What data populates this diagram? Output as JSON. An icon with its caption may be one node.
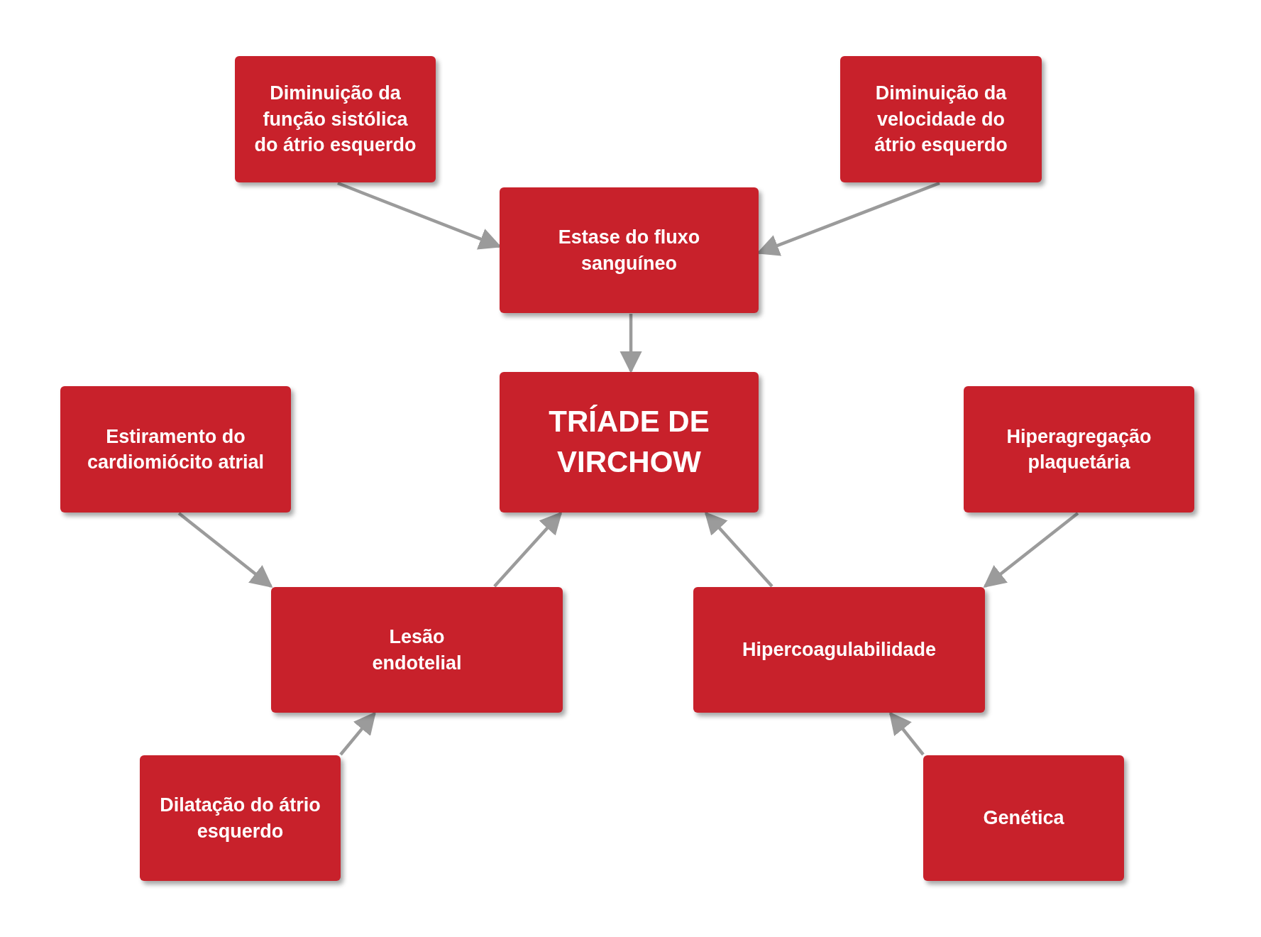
{
  "diagram": {
    "nodes": [
      {
        "text": [
          "Diminuição da função sistólica do átrio esquerdo"
        ]
      },
      {
        "text": [
          "Diminuição da velocidade do átrio esquerdo"
        ]
      },
      {
        "text": [
          "Estase do fluxo sanguíneo"
        ]
      },
      {
        "text": [
          "TRÍADE DE VIRCHOW"
        ]
      },
      {
        "text": [
          "Estiramento do cardiomiócito atrial"
        ]
      },
      {
        "text": [
          "Hiperagregação plaquetária"
        ]
      },
      {
        "text": [
          "Lesão endotelial"
        ]
      },
      {
        "text": [
          "Hipercoagulabilidade"
        ]
      },
      {
        "text": [
          "Dilatação do átrio esquerdo"
        ]
      },
      {
        "text": [
          "Genética"
        ]
      }
    ],
    "edges": [
      {
        "from": 0,
        "to": 2,
        "arrow": "to"
      },
      {
        "from": 1,
        "to": 2,
        "arrow": "to"
      },
      {
        "from": 2,
        "to": 3,
        "arrow": "to"
      },
      {
        "from": 4,
        "to": 6,
        "arrow": "to"
      },
      {
        "from": 6,
        "to": 3,
        "arrow": "to"
      },
      {
        "from": 7,
        "to": 3,
        "arrow": "to"
      },
      {
        "from": 5,
        "to": 7,
        "arrow": "to"
      },
      {
        "from": 8,
        "to": 6,
        "arrow": "to"
      },
      {
        "from": 9,
        "to": 7,
        "arrow": "to"
      }
    ]
  }
}
